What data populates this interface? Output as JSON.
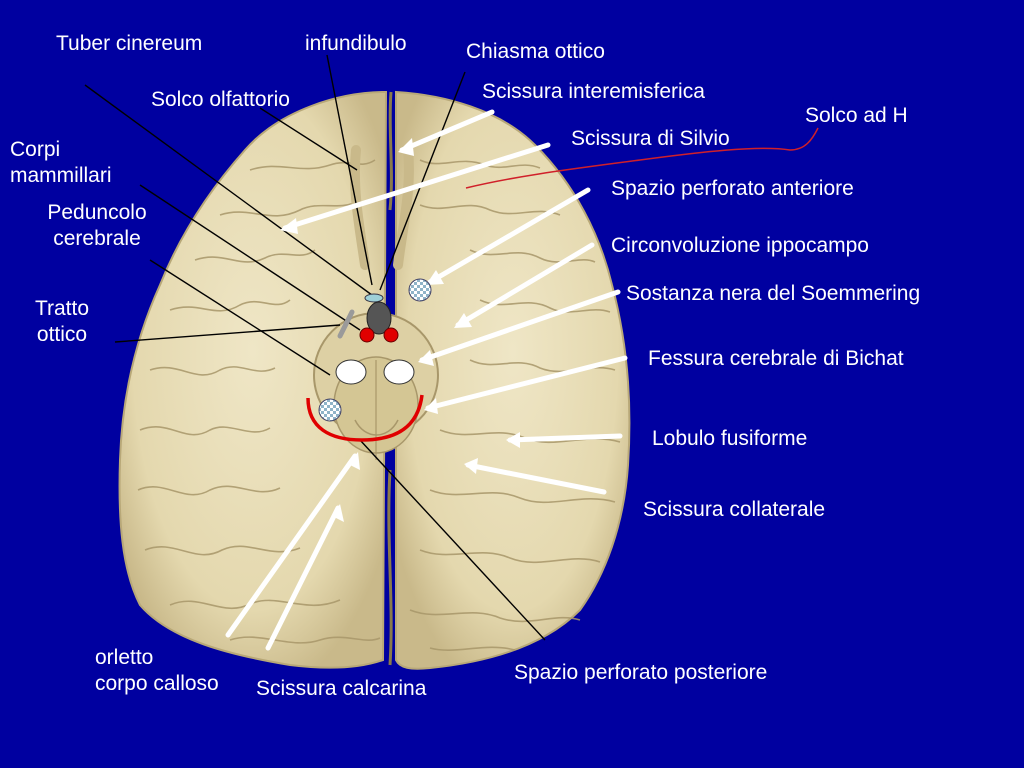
{
  "colors": {
    "background": "#0000a0",
    "brain": "#e9dfba",
    "brain_shadow": "#b7a878",
    "arrow": "#ffffff",
    "pointer": "#000000",
    "highlight_red": "#e00000",
    "h_sulcus": "#d0202a"
  },
  "labels": {
    "tuber_cinereum": "Tuber cinereum",
    "infundibulo": "infundibulo",
    "chiasma_ottico": "Chiasma ottico",
    "scissura_interemisferica": "Scissura interemisferica",
    "solco_olfattorio": "Solco olfattorio",
    "solco_ad_h": "Solco ad H",
    "scissura_di_silvio": "Scissura di Silvio",
    "corpi_mammillari": "Corpi\nmammillari",
    "spazio_perforato_anteriore": "Spazio perforato anteriore",
    "peduncolo_cerebrale": "Peduncolo\ncerebrale",
    "circonvoluzione_ippocampo": "Circonvoluzione ippocampo",
    "tratto_ottico": "Tratto\nottico",
    "sostanza_nera": "Sostanza nera del Soemmering",
    "fessura_bichat": "Fessura cerebrale di Bichat",
    "lobulo_fusiforme": "Lobulo fusiforme",
    "scissura_collaterale": "Scissura collaterale",
    "orletto_corpo_calloso": "orletto\ncorpo calloso",
    "scissura_calcarina": "Scissura calcarina",
    "spazio_perforato_posteriore": "Spazio perforato posteriore"
  }
}
